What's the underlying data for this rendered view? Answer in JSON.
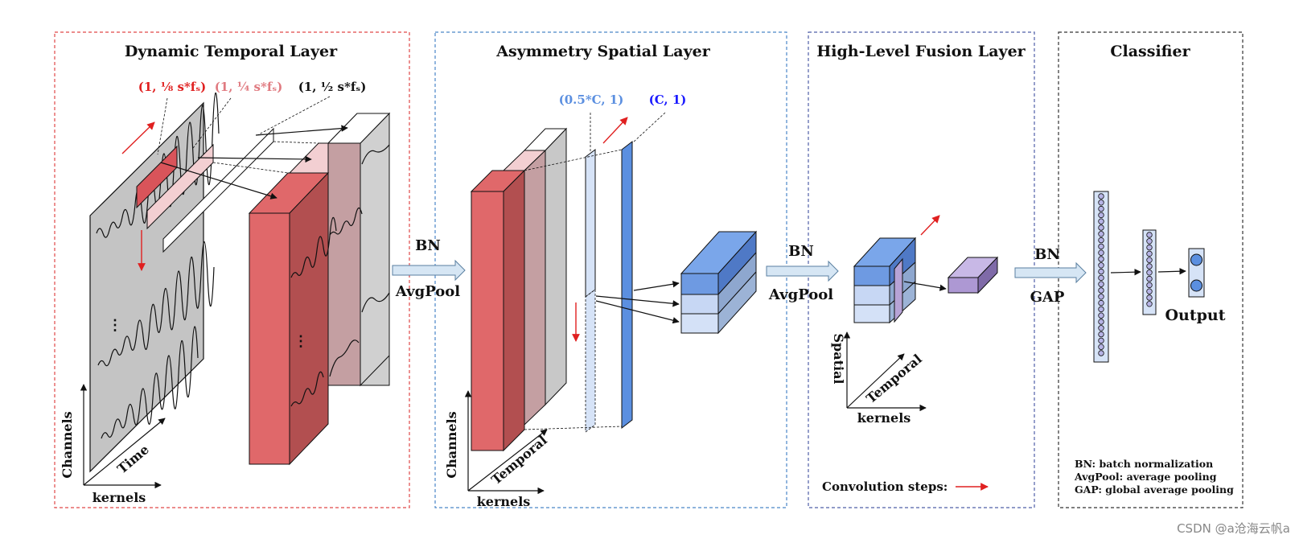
{
  "layers": {
    "temporal": {
      "title": "Dynamic Temporal Layer"
    },
    "spatial": {
      "title": "Asymmetry Spatial Layer"
    },
    "fusion": {
      "title": "High-Level Fusion Layer"
    },
    "classifier": {
      "title": "Classifier"
    }
  },
  "kernels": {
    "k1": "(1, ⅛ s*fₛ)",
    "k2": "(1, ¼ s*fₛ)",
    "k3": "(1, ½ s*fₛ)",
    "sk1": "(0.5*C, 1)",
    "sk2": "(C, 1)"
  },
  "axes": {
    "channels": "Channels",
    "time": "Time",
    "kernels": "kernels",
    "temporal": "Temporal",
    "spatial": "Spatial"
  },
  "ops": {
    "bn": "BN",
    "avgpool": "AvgPool",
    "gap": "GAP"
  },
  "dots": "⋮",
  "output": "Output",
  "legend": {
    "conv_steps": "Convolution steps:"
  },
  "notes": [
    "BN: batch normalization",
    "AvgPool: average pooling",
    "GAP: global average pooling"
  ],
  "watermark": "CSDN @a沧海云帆a",
  "colors": {
    "red_border": "#e04848",
    "blue_border": "#4a86c8",
    "navy_border": "#4f5fa8",
    "black_border": "#333333",
    "red_kernel": "#e02020",
    "pink_kernel": "#e07a80",
    "light_blue_kernel": "#5b8fe0",
    "blue_kernel": "#1a1aff",
    "step_arrow": "#e02020"
  }
}
